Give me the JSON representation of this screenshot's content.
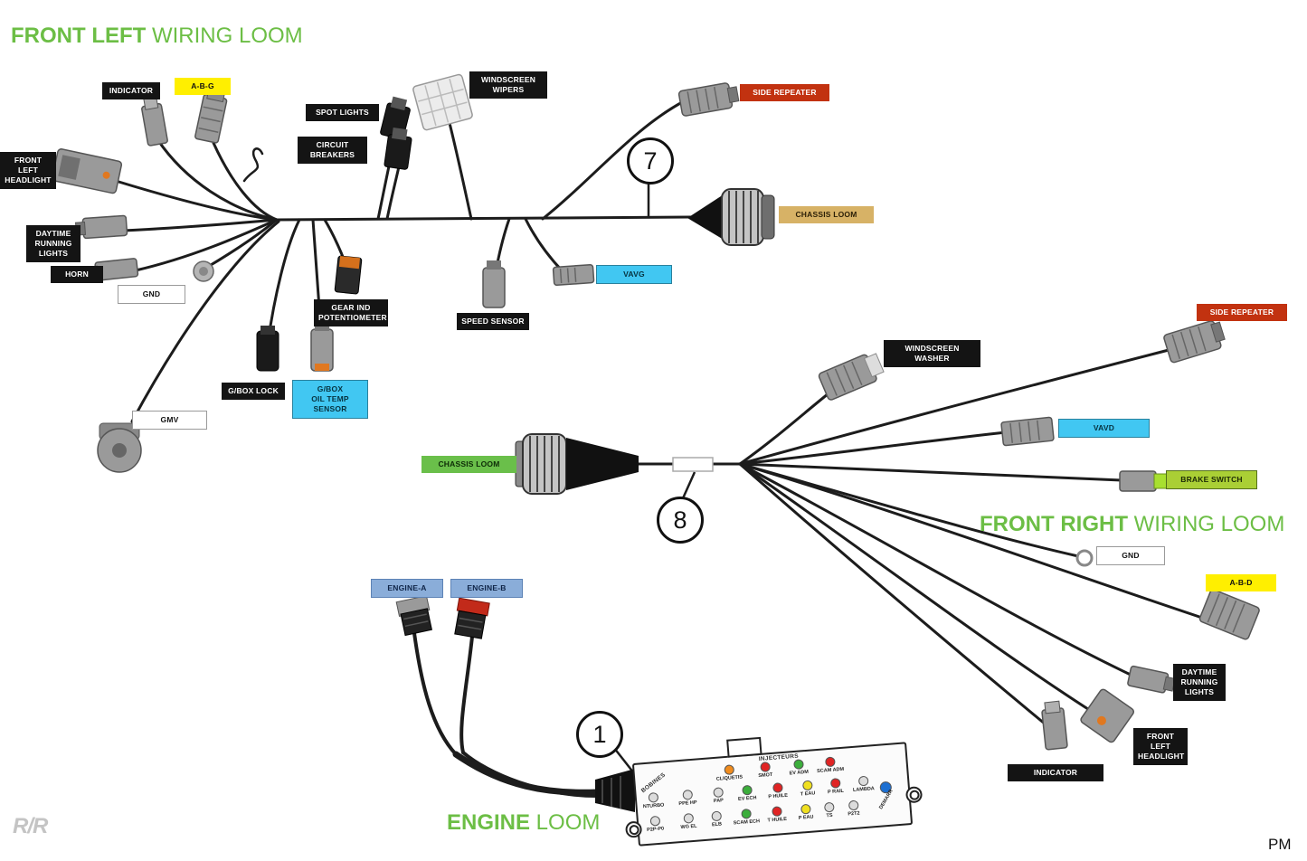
{
  "titles": {
    "front_left_bold": "FRONT LEFT",
    "front_left_rest": " WIRING LOOM",
    "front_right_bold": "FRONT RIGHT",
    "front_right_rest": " WIRING LOOM",
    "engine_bold": "ENGINE",
    "engine_rest": " LOOM"
  },
  "markers": {
    "seven": "7",
    "eight": "8",
    "one": "1"
  },
  "labels": {
    "indicator_fl": "INDICATOR",
    "abg": "A-B-G",
    "front_left_headlight": "FRONT LEFT\nHEADLIGHT",
    "daytime_running_lights_fl": "DAYTIME\nRUNNING\nLIGHTS",
    "horn": "HORN",
    "gnd_fl": "GND",
    "gmv": "GMV",
    "gbox_lock": "G/BOX LOCK",
    "gbox_oil_temp": "G/BOX\nOIL TEMP SENSOR",
    "gear_ind_pot": "GEAR IND\nPOTENTIOMETER",
    "spot_lights": "SPOT LIGHTS",
    "circuit_breakers": "CIRCUIT\nBREAKERS",
    "windscreen_wipers": "WINDSCREEN\nWIPERS",
    "side_repeater_fl": "SIDE REPEATER",
    "chassis_loom_fl": "CHASSIS LOOM",
    "vavg": "VAVG",
    "speed_sensor": "SPEED SENSOR",
    "chassis_loom_fr": "CHASSIS LOOM",
    "windscreen_washer": "WINDSCREEN WASHER",
    "side_repeater_fr": "SIDE REPEATER",
    "vavd": "VAVD",
    "brake_switch": "BRAKE SWITCH",
    "gnd_fr": "GND",
    "abd": "A-B-D",
    "daytime_running_lights_fr": "DAYTIME\nRUNNING\nLIGHTS",
    "front_left_headlight_fr": "FRONT LEFT\nHEADLIGHT",
    "indicator_fr": "INDICATOR",
    "engine_a": "ENGINE-A",
    "engine_b": "ENGINE-B"
  },
  "ecu": {
    "group_injectors": "INJECTEURS",
    "group_coils": "BOBINES",
    "row1": [
      {
        "label": "CLIQUETIS",
        "color": "#f08c1e"
      },
      {
        "label": "SMOT",
        "color": "#e02424"
      },
      {
        "label": "EV ADM",
        "color": "#3cae3c"
      },
      {
        "label": "SCAM ADM",
        "color": "#e02424"
      }
    ],
    "row2": [
      {
        "label": "NTURBO",
        "color": "#dcdcdc"
      },
      {
        "label": "PPE HP",
        "color": "#dcdcdc"
      },
      {
        "label": "PAP",
        "color": "#dcdcdc"
      },
      {
        "label": "EV ECH",
        "color": "#3cae3c"
      },
      {
        "label": "P HUILE",
        "color": "#e02424"
      },
      {
        "label": "T EAU",
        "color": "#f0e020"
      },
      {
        "label": "P RAIL",
        "color": "#e02424"
      },
      {
        "label": "LAMBDA",
        "color": "#dcdcdc"
      }
    ],
    "row3": [
      {
        "label": "P2P-P0",
        "color": "#dcdcdc"
      },
      {
        "label": "WG EL",
        "color": "#dcdcdc"
      },
      {
        "label": "ELB",
        "color": "#dcdcdc"
      },
      {
        "label": "SCAM ECH",
        "color": "#3cae3c"
      },
      {
        "label": "T HUILE",
        "color": "#e02424"
      },
      {
        "label": "P EAU",
        "color": "#f0e020"
      },
      {
        "label": "TS",
        "color": "#dcdcdc"
      },
      {
        "label": "P2T2",
        "color": "#dcdcdc"
      }
    ],
    "starter": {
      "label": "DEMARR",
      "color": "#1d6fd1"
    }
  },
  "colors": {
    "title_green": "#6cbe45",
    "label_black_bg": "#141414",
    "label_yellow_bg": "#ffef00",
    "label_red_bg": "#c23210",
    "label_cyan_bg": "#41c7f2",
    "label_tan_bg": "#d7b266",
    "label_green_bg": "#6abf4a",
    "label_lightgreen_bg": "#aacf35",
    "label_blue_bg": "#8aadd9",
    "wire_color": "#1c1c1c"
  },
  "footer": {
    "initials": "PM",
    "logo": "R/R"
  }
}
